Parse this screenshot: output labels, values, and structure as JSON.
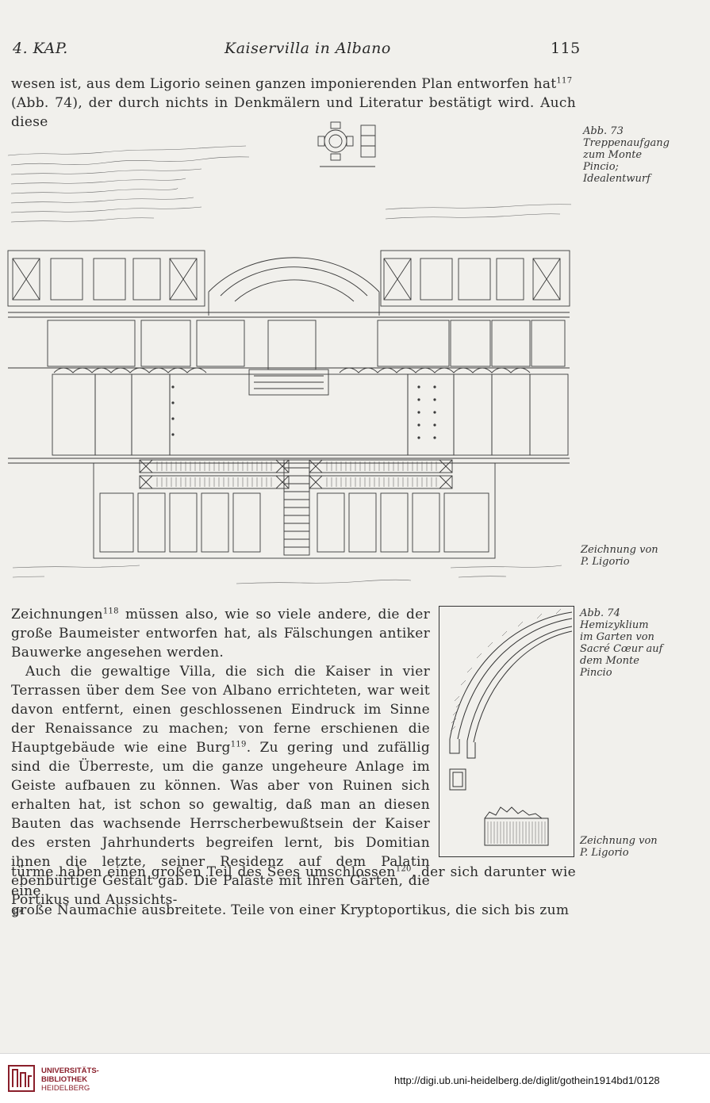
{
  "header": {
    "left": "4. KAP.",
    "center": "Kaiservilla in Albano",
    "page_number": "115"
  },
  "paragraphs": {
    "top_line1": "wesen ist, aus dem Ligorio seinen ganzen imponierenden Plan entworfen hat",
    "top_sup1": "117",
    "top_line2": "(Abb. 74), der durch nichts in Denkmälern und Literatur bestätigt wird. Auch diese",
    "p1_start": "Zeichnungen",
    "p1_sup": "118",
    "p1_rest": " müssen also, wie so viele andere, die der große Baumeister entworfen hat, als Fälschungen antiker Bauwerke angesehen werden.",
    "p2_start": "Auch die gewaltige Villa, die sich die Kaiser in vier Terrassen über dem See von Albano errichteten, war weit davon entfernt, einen geschlossenen Eindruck im Sinne der Renaissance zu machen; von ferne erschienen die Hauptgebäude wie eine Burg",
    "p2_sup1": "119",
    "p2_mid": ". Zu gering und zufällig sind die Überreste, um die ganze ungeheure Anlage im Geiste aufbauen zu können. Was aber von Ruinen sich erhalten hat, ist schon so gewaltig, daß man an diesen Bauten das wachsende Herrscherbewußtsein der Kaiser des ersten Jahrhunderts begreifen lernt, bis Domitian ihnen die letzte, seiner Residenz auf dem Palatin ebenbürtige Gestalt gab. Die Paläste mit ihren Gärten, die Portikus und Aussichts-",
    "p3_line1_start": "türme haben einen großen Teil des Sees umschlossen",
    "p3_sup": "120",
    "p3_line1_rest": ", der sich darunter wie eine",
    "p3_line2": "große Naumachie ausbreitete. Teile von einer Kryptoportikus, die sich bis zum"
  },
  "captions": {
    "abb73_lines": [
      "Abb. 73",
      "Treppenaufgang",
      "zum Monte",
      "Pincio;",
      "Idealentwurf"
    ],
    "abb73_credit": [
      "Zeichnung von",
      "P. Ligorio"
    ],
    "abb74_lines": [
      "Abb. 74",
      "Hemizyklium",
      "im Garten von",
      "Sacré Cœur auf",
      "dem Monte",
      "Pincio"
    ],
    "abb74_credit": [
      "Zeichnung von",
      "P. Ligorio"
    ]
  },
  "page_signature": "8*",
  "footer": {
    "library_name": [
      "UNIVERSITÄTS-",
      "BIBLIOTHEK",
      "HEIDELBERG"
    ],
    "url": "http://digi.ub.uni-heidelberg.de/diglit/gothein1914bd1/0128"
  }
}
